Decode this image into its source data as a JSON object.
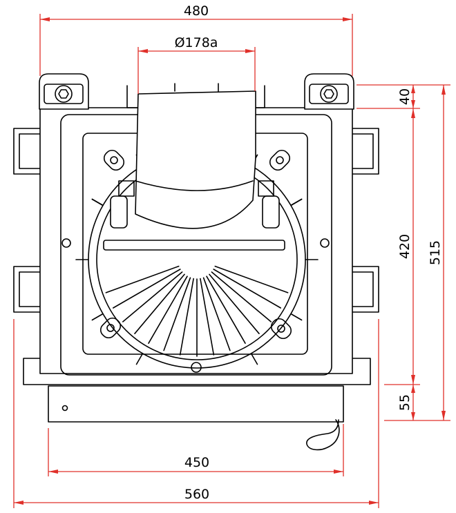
{
  "dimensions": {
    "top_width": "480",
    "duct_diameter": "Ø178a",
    "top_offset": "40",
    "inner_height": "420",
    "total_height": "515",
    "bottom_height": "55",
    "bottom_width": "450",
    "overall_width": "560"
  },
  "colors": {
    "dimension_lines": "#e0302a",
    "outline": "#000000"
  }
}
